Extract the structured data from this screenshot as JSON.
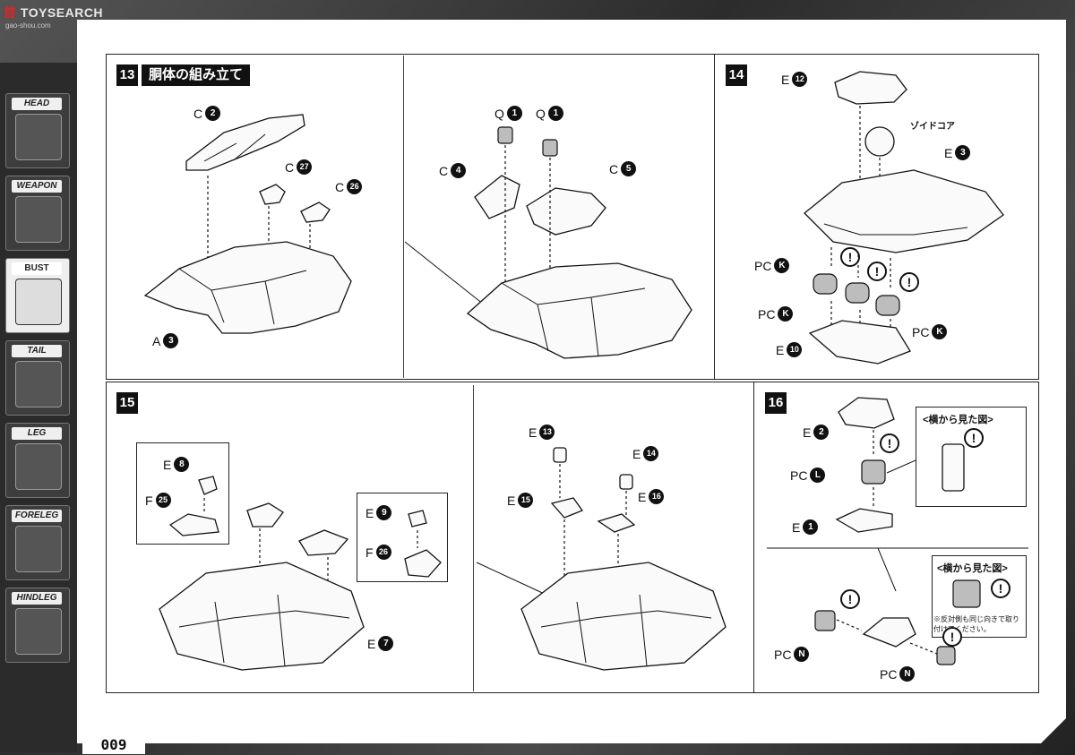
{
  "watermark": {
    "brand_red": "首",
    "brand_text": "TOYSEARCH",
    "sub": "gao-shou.com"
  },
  "sidebar": {
    "tabs": [
      {
        "label": "HEAD",
        "icon": "head-icon",
        "active": false
      },
      {
        "label": "WEAPON",
        "icon": "weapon-icon",
        "active": false
      },
      {
        "label": "BUST",
        "icon": "bust-icon",
        "active": true
      },
      {
        "label": "TAIL",
        "icon": "tail-icon",
        "active": false
      },
      {
        "label": "LEG",
        "icon": "leg-icon",
        "active": false
      },
      {
        "label": "FORELEG",
        "icon": "foreleg-icon",
        "active": false
      },
      {
        "label": "HINDLEG",
        "icon": "hindleg-icon",
        "active": false
      }
    ]
  },
  "page_number": "009",
  "step13": {
    "number": "13",
    "title": "胴体の組み立て",
    "left": {
      "c2": {
        "letter": "C",
        "num": "2"
      },
      "c27": {
        "letter": "C",
        "num": "27"
      },
      "c26": {
        "letter": "C",
        "num": "26"
      },
      "a3": {
        "letter": "A",
        "num": "3"
      }
    },
    "right": {
      "q1a": {
        "letter": "Q",
        "num": "1"
      },
      "q1b": {
        "letter": "Q",
        "num": "1"
      },
      "c4": {
        "letter": "C",
        "num": "4"
      },
      "c5": {
        "letter": "C",
        "num": "5"
      }
    }
  },
  "step14": {
    "number": "14",
    "e12": {
      "letter": "E",
      "num": "12"
    },
    "zoid_core": "ゾイドコア",
    "e3": {
      "letter": "E",
      "num": "3"
    },
    "pck1": {
      "letter": "PC",
      "num": "K"
    },
    "pck2": {
      "letter": "PC",
      "num": "K"
    },
    "pck3": {
      "letter": "PC",
      "num": "K"
    },
    "e10": {
      "letter": "E",
      "num": "10"
    },
    "warn": "!"
  },
  "step15": {
    "number": "15",
    "left": {
      "e8": {
        "letter": "E",
        "num": "8"
      },
      "f25": {
        "letter": "F",
        "num": "25"
      },
      "e9": {
        "letter": "E",
        "num": "9"
      },
      "f26": {
        "letter": "F",
        "num": "26"
      },
      "e7": {
        "letter": "E",
        "num": "7"
      }
    },
    "right": {
      "e13": {
        "letter": "E",
        "num": "13"
      },
      "e14": {
        "letter": "E",
        "num": "14"
      },
      "e15": {
        "letter": "E",
        "num": "15"
      },
      "e16": {
        "letter": "E",
        "num": "16"
      }
    }
  },
  "step16": {
    "number": "16",
    "e2": {
      "letter": "E",
      "num": "2"
    },
    "pcl": {
      "letter": "PC",
      "num": "L"
    },
    "e1": {
      "letter": "E",
      "num": "1"
    },
    "side_view": "<横から見た図>",
    "side_view2": "<横から見た図>",
    "pcn1": {
      "letter": "PC",
      "num": "N"
    },
    "pcn2": {
      "letter": "PC",
      "num": "N"
    },
    "note_line1": "※反対側も同じ向きで取り",
    "note_line2": "付けてください。",
    "warn": "!"
  }
}
